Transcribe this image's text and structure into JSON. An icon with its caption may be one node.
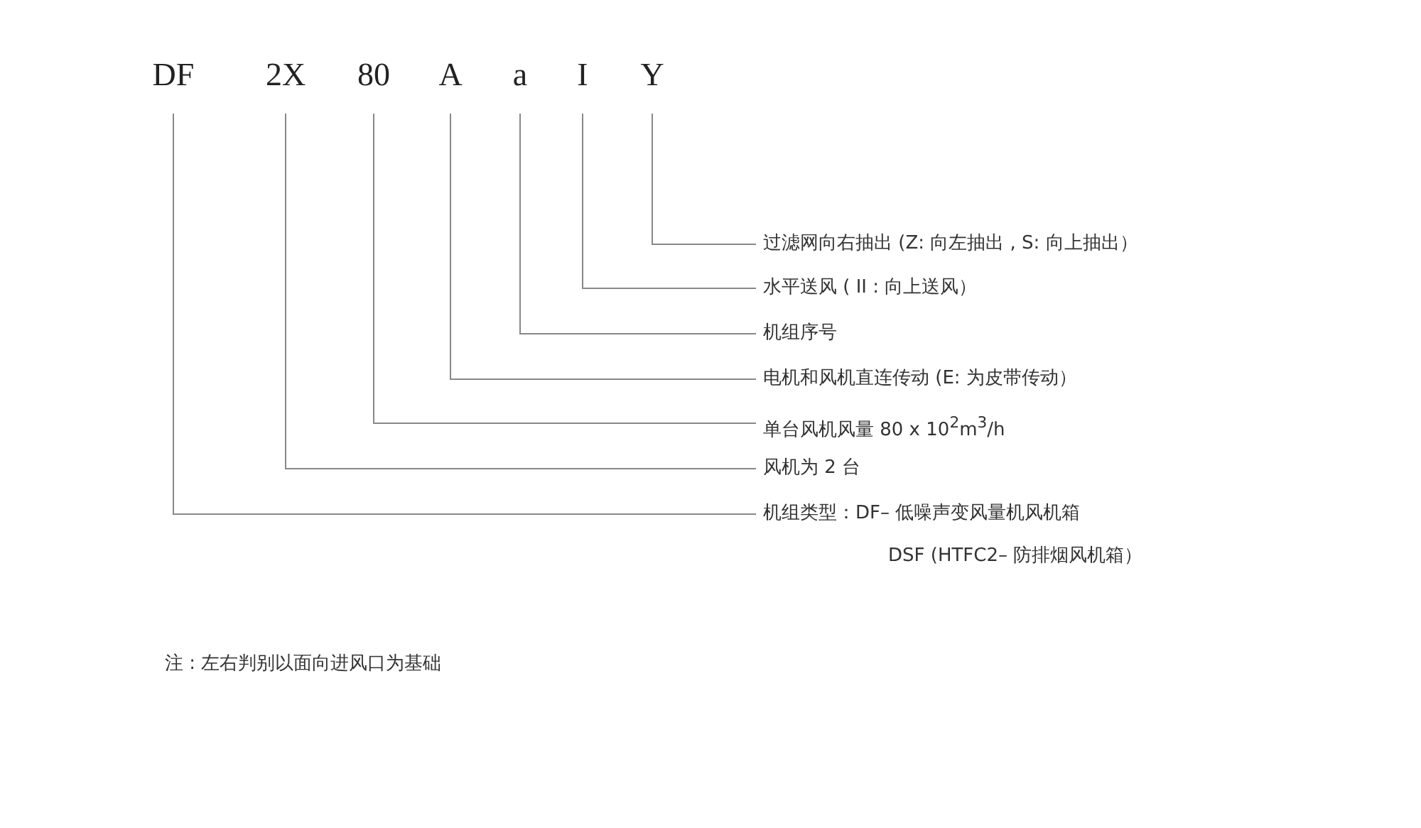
{
  "diagram": {
    "nodes": [
      {
        "text": [
          "DF"
        ]
      },
      {
        "text": [
          "2X"
        ]
      },
      {
        "text": [
          "80"
        ]
      },
      {
        "text": [
          "A"
        ]
      },
      {
        "text": [
          "a"
        ]
      },
      {
        "text": [
          "I"
        ]
      },
      {
        "text": [
          "Y"
        ]
      },
      {
        "text": [
          "过滤网向右抽出 (Z: 向左抽出 , S: 向上抽出）"
        ]
      },
      {
        "text": [
          "水平送风 ( II : 向上送风）"
        ]
      },
      {
        "text": [
          "机组序号"
        ]
      },
      {
        "text": [
          "电机和风机直连传动 (E: 为皮带传动）"
        ]
      },
      {
        "text": [
          "单台风机风量 80 x 10$^{2}$m$^{3}$/h"
        ]
      },
      {
        "text": [
          "风机为 2 台"
        ]
      },
      {
        "text": [
          "机组类型：DF– 低噪声变风量机风机箱",
          "DSF (HTFC2– 防排烟风机箱）"
        ]
      }
    ],
    "edges": [
      {
        "from": 6,
        "to": 7,
        "arrow": "none"
      },
      {
        "from": 5,
        "to": 8,
        "arrow": "none"
      },
      {
        "from": 4,
        "to": 9,
        "arrow": "none"
      },
      {
        "from": 3,
        "to": 10,
        "arrow": "none"
      },
      {
        "from": 2,
        "to": 11,
        "arrow": "none"
      },
      {
        "from": 1,
        "to": 12,
        "arrow": "none"
      },
      {
        "from": 0,
        "to": 13,
        "arrow": "none"
      }
    ],
    "labels": [
      "注 : 左右判别以面向进风口为基础"
    ]
  }
}
